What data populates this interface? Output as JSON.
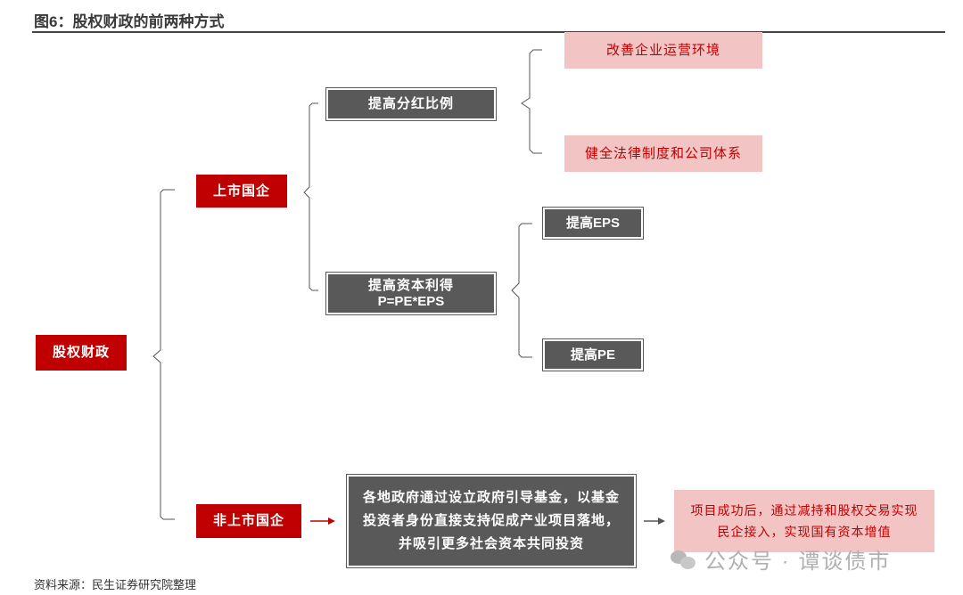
{
  "title": "图6：股权财政的前两种方式",
  "nodes": {
    "root": "股权财政",
    "listed": "上市国企",
    "unlisted": "非上市国企",
    "raise_dividend": "提高分红比例",
    "raise_capital_gain_line1": "提高资本利得",
    "raise_capital_gain_line2": "P=PE*EPS",
    "raise_eps": "提高EPS",
    "raise_pe": "提高PE",
    "improve_env": "改善企业运营环境",
    "improve_law": "健全法律制度和公司体系",
    "guide_fund": "各地政府通过设立政府引导基金，以基金投资者身份直接支持促成产业项目落地，并吸引更多社会资本共同投资",
    "exit": "项目成功后，通过减持和股权交易实现民企接入，实现国有资本增值"
  },
  "source": "资料来源：民生证券研究院整理",
  "watermark": "公众号 · 谭谈债市",
  "colors": {
    "red": "#c00000",
    "dark": "#595959",
    "pink": "#f2c4c4"
  }
}
